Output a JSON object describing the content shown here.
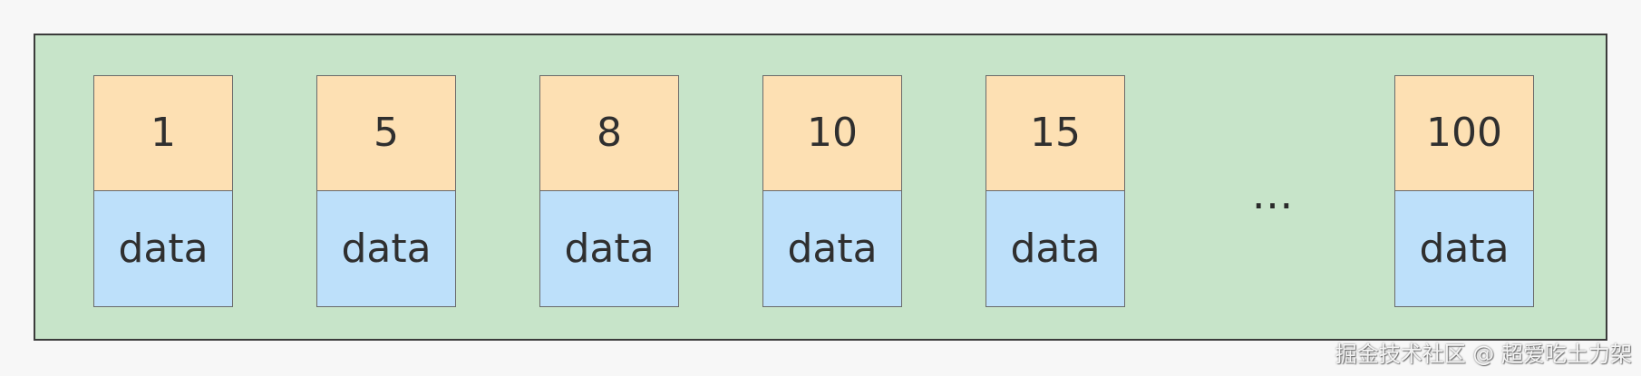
{
  "diagram": {
    "records": [
      {
        "key": "1",
        "data": "data"
      },
      {
        "key": "5",
        "data": "data"
      },
      {
        "key": "8",
        "data": "data"
      },
      {
        "key": "10",
        "data": "data"
      },
      {
        "key": "15",
        "data": "data"
      },
      {
        "key": "100",
        "data": "data"
      }
    ],
    "ellipsis": "…",
    "colors": {
      "panel": "#c7e4c9",
      "key_cell": "#fde0b3",
      "data_cell": "#bde0fa",
      "border": "#3b3b3b"
    }
  },
  "watermark": {
    "text": "掘金技术社区 @ 超爱吃土力架"
  }
}
